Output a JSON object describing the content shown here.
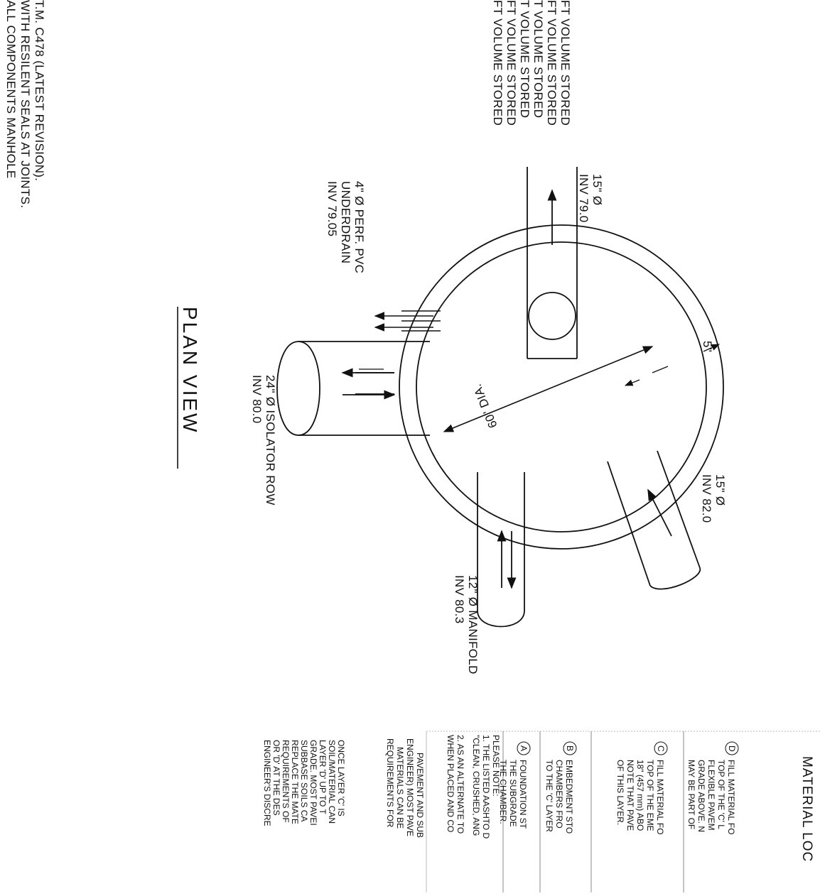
{
  "volume_stored_lines": [
    "FT VOLUME STORED",
    "FT VOLUME STORED",
    "T VOLUME STORED",
    "T VOLUME STORED",
    "FT VOLUME STORED",
    "FT VOLUME STORED"
  ],
  "general_notes": [
    "T.M. C478 (LATEST REVISION).",
    "WITH RESILENT SEALS AT JOINTS.",
    "ALL COMPONENTS MANHOLE"
  ],
  "plan_view": {
    "title": "PLAN VIEW",
    "diameter_label": "60\" DIA.",
    "wall_label": "5\"",
    "pipe_outlet": [
      "15\" Ø",
      "INV 79.0"
    ],
    "pipe_underdrain": [
      "4\" Ø PERF. PVC",
      "UNDERDRAIN",
      "INV 79.05"
    ],
    "pipe_isolator": [
      "24\" Ø ISOLATOR ROW",
      "INV 80.0"
    ],
    "pipe_inlet": [
      "15\" Ø",
      "INV 82.0"
    ],
    "pipe_manifold": [
      "12\" Ø MANIFOLD",
      "INV 80.3"
    ]
  },
  "material_table": {
    "title": "MATERIAL LOC",
    "rows": [
      {
        "letter": "D",
        "lines": [
          "FILL MATERIAL FO",
          "TOP OF THE 'C' L",
          "FLEXIBLE PAVEM",
          "GRADE ABOVE. N",
          "MAY BE PART OF"
        ]
      },
      {
        "letter": "C",
        "lines": [
          "FILL MATERIAL FO",
          "TOP OF THE EME",
          "18\" (457 mm) ABO",
          "NOTE THAT PAVE",
          "OF THIS LAYER."
        ]
      },
      {
        "letter": "B",
        "lines": [
          "EMBEDMENT STO",
          "CHAMBERS FRO",
          "TO THE 'C' LAYER"
        ]
      },
      {
        "letter": "A",
        "lines": [
          "FOUNDATION ST",
          "THE SUBGRADE",
          "THE CHAMBER."
        ]
      }
    ],
    "notes": [
      "PLEASE NOTE:",
      "1. THE LISTED AASHTO D",
      "\"CLEAN, CRUSHED, ANG",
      "2. AS AN ALTERNATE TO",
      "WHEN PLACED AND CO"
    ],
    "pavement_note": [
      "PAVEMENT AND SUB",
      "ENGINEER) MOST PAVE",
      "MATERIALS CAN BE",
      "REQUIREMENTS FOR"
    ],
    "layer_note": [
      "ONCE LAYER 'C' IS",
      "SOIL/MATERIAL CAN",
      "LAYER 'D' UP TO T",
      "GRADE. MOST PAVEI",
      "SUBBASE SOILS CA",
      "REPLACE THE MATE",
      "REQUIREMENTS OF",
      "OR 'D' AT THE DES",
      "ENGINEER'S DISCRE"
    ]
  }
}
